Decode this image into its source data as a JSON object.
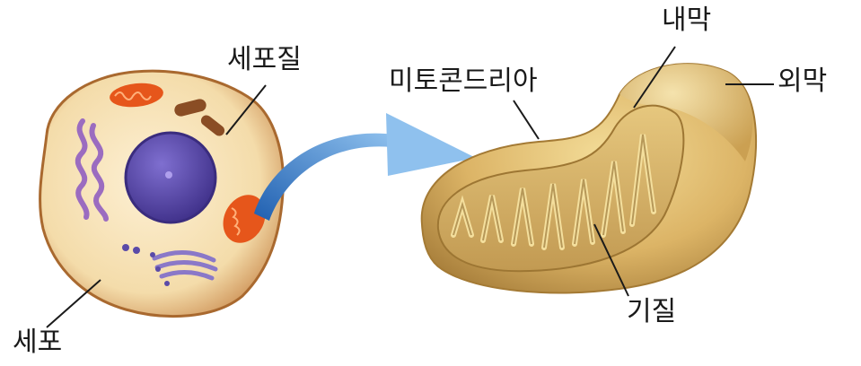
{
  "labels": {
    "cytoplasm": "세포질",
    "cell": "세포",
    "mitochondria": "미토콘드리아",
    "inner_membrane": "내막",
    "outer_membrane": "외막",
    "matrix": "기질"
  },
  "colors": {
    "cell_fill": "#f6e1b6",
    "cell_edge": "#b3703a",
    "nucleus": "#4e3f9c",
    "organelle_orange": "#e85a1e",
    "golgi": "#8b78c6",
    "er_purple": "#9d6fbf",
    "arrow_blue": "#3f86d1",
    "mito_gold": "#d9b25e",
    "mito_dark": "#a8803a"
  }
}
